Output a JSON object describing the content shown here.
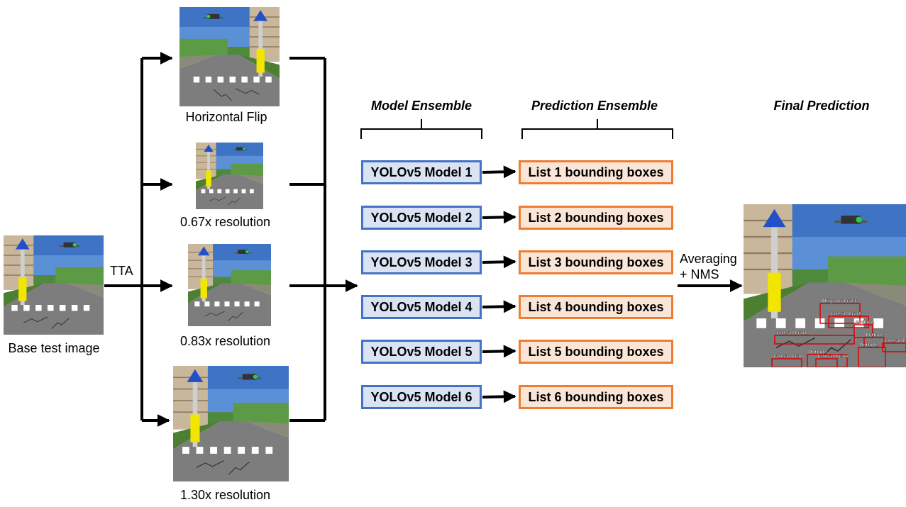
{
  "colors": {
    "model_fill": "#dae3f3",
    "model_border": "#4472c4",
    "pred_fill": "#fbe5d6",
    "pred_border": "#ed7d31",
    "detection_box": "#e00000"
  },
  "base": {
    "caption": "Base test image"
  },
  "tta": {
    "label": "TTA"
  },
  "augmentations": [
    {
      "caption": "Horizontal Flip"
    },
    {
      "caption": "0.67x resolution"
    },
    {
      "caption": "0.83x resolution"
    },
    {
      "caption": "1.30x resolution"
    }
  ],
  "sections": {
    "model_ensemble": "Model Ensemble",
    "prediction_ensemble": "Prediction Ensemble",
    "final_prediction": "Final Prediction"
  },
  "models": [
    {
      "label": "YOLOv5 Model 1"
    },
    {
      "label": "YOLOv5 Model 2"
    },
    {
      "label": "YOLOv5 Model 3"
    },
    {
      "label": "YOLOv5 Model 4"
    },
    {
      "label": "YOLOv5 Model 5"
    },
    {
      "label": "YOLOv5 Model 6"
    }
  ],
  "predictions": [
    {
      "label": "List 1 bounding boxes"
    },
    {
      "label": "List 2 bounding boxes"
    },
    {
      "label": "List 3 bounding boxes"
    },
    {
      "label": "List 4 bounding boxes"
    },
    {
      "label": "List 5 bounding boxes"
    },
    {
      "label": "List 6 bounding boxes"
    }
  ],
  "averaging": {
    "line1": "Averaging",
    "line2": "+ NMS"
  },
  "detections": [
    "Alligator Crack",
    "Lateral Crack",
    "Pothole",
    "Lateral Crack",
    "Pothole",
    "Lateral Crack",
    "Lateral Crack",
    "Pothole",
    "Lateral Crack",
    "Pothole"
  ]
}
